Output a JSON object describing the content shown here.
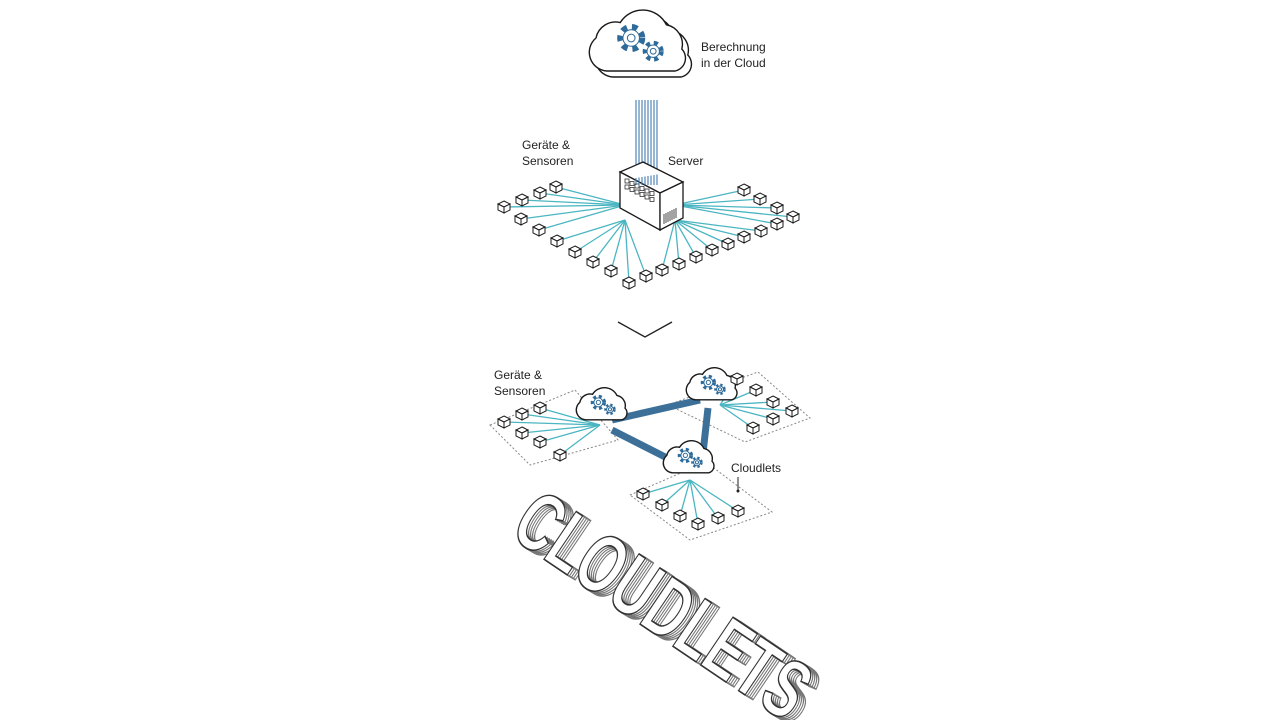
{
  "labels": {
    "cloud_line1": "Berechnung",
    "cloud_line2": "in der Cloud",
    "devices_top_line1": "Geräte &",
    "devices_top_line2": "Sensoren",
    "server": "Server",
    "devices_bottom_line1": "Geräte &",
    "devices_bottom_line2": "Sensoren",
    "cloudlets": "Cloudlets"
  },
  "title_text": "CLOUDLETS",
  "colors": {
    "outline": "#1a1a1a",
    "gear": "#2f6b9a",
    "device_link": "#4bb6c2",
    "cloud_link": "#3d7099",
    "uplink": "#3f79b0"
  }
}
